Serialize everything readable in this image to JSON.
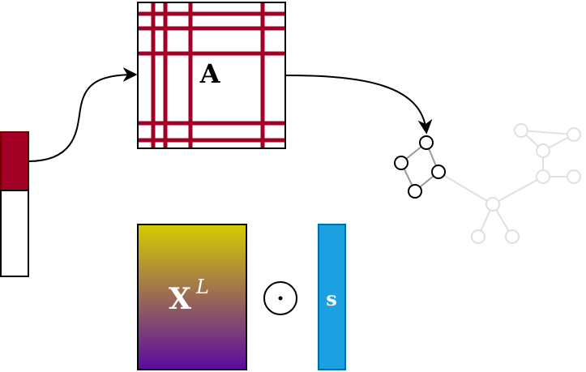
{
  "labels": {
    "matrix_a": "A",
    "matrix_x": "X",
    "matrix_x_superscript": "L",
    "operator": "⊙",
    "vector_s": "s"
  },
  "colors": {
    "crimson": "#a20025",
    "blue": "#1ba1e2",
    "blue_stroke": "#006eaf",
    "gradient_top": "#d5cd00",
    "gradient_bottom": "#5a0aa0",
    "graph_gray": "#e0e0e0",
    "graph_edge_active": "#999999"
  }
}
